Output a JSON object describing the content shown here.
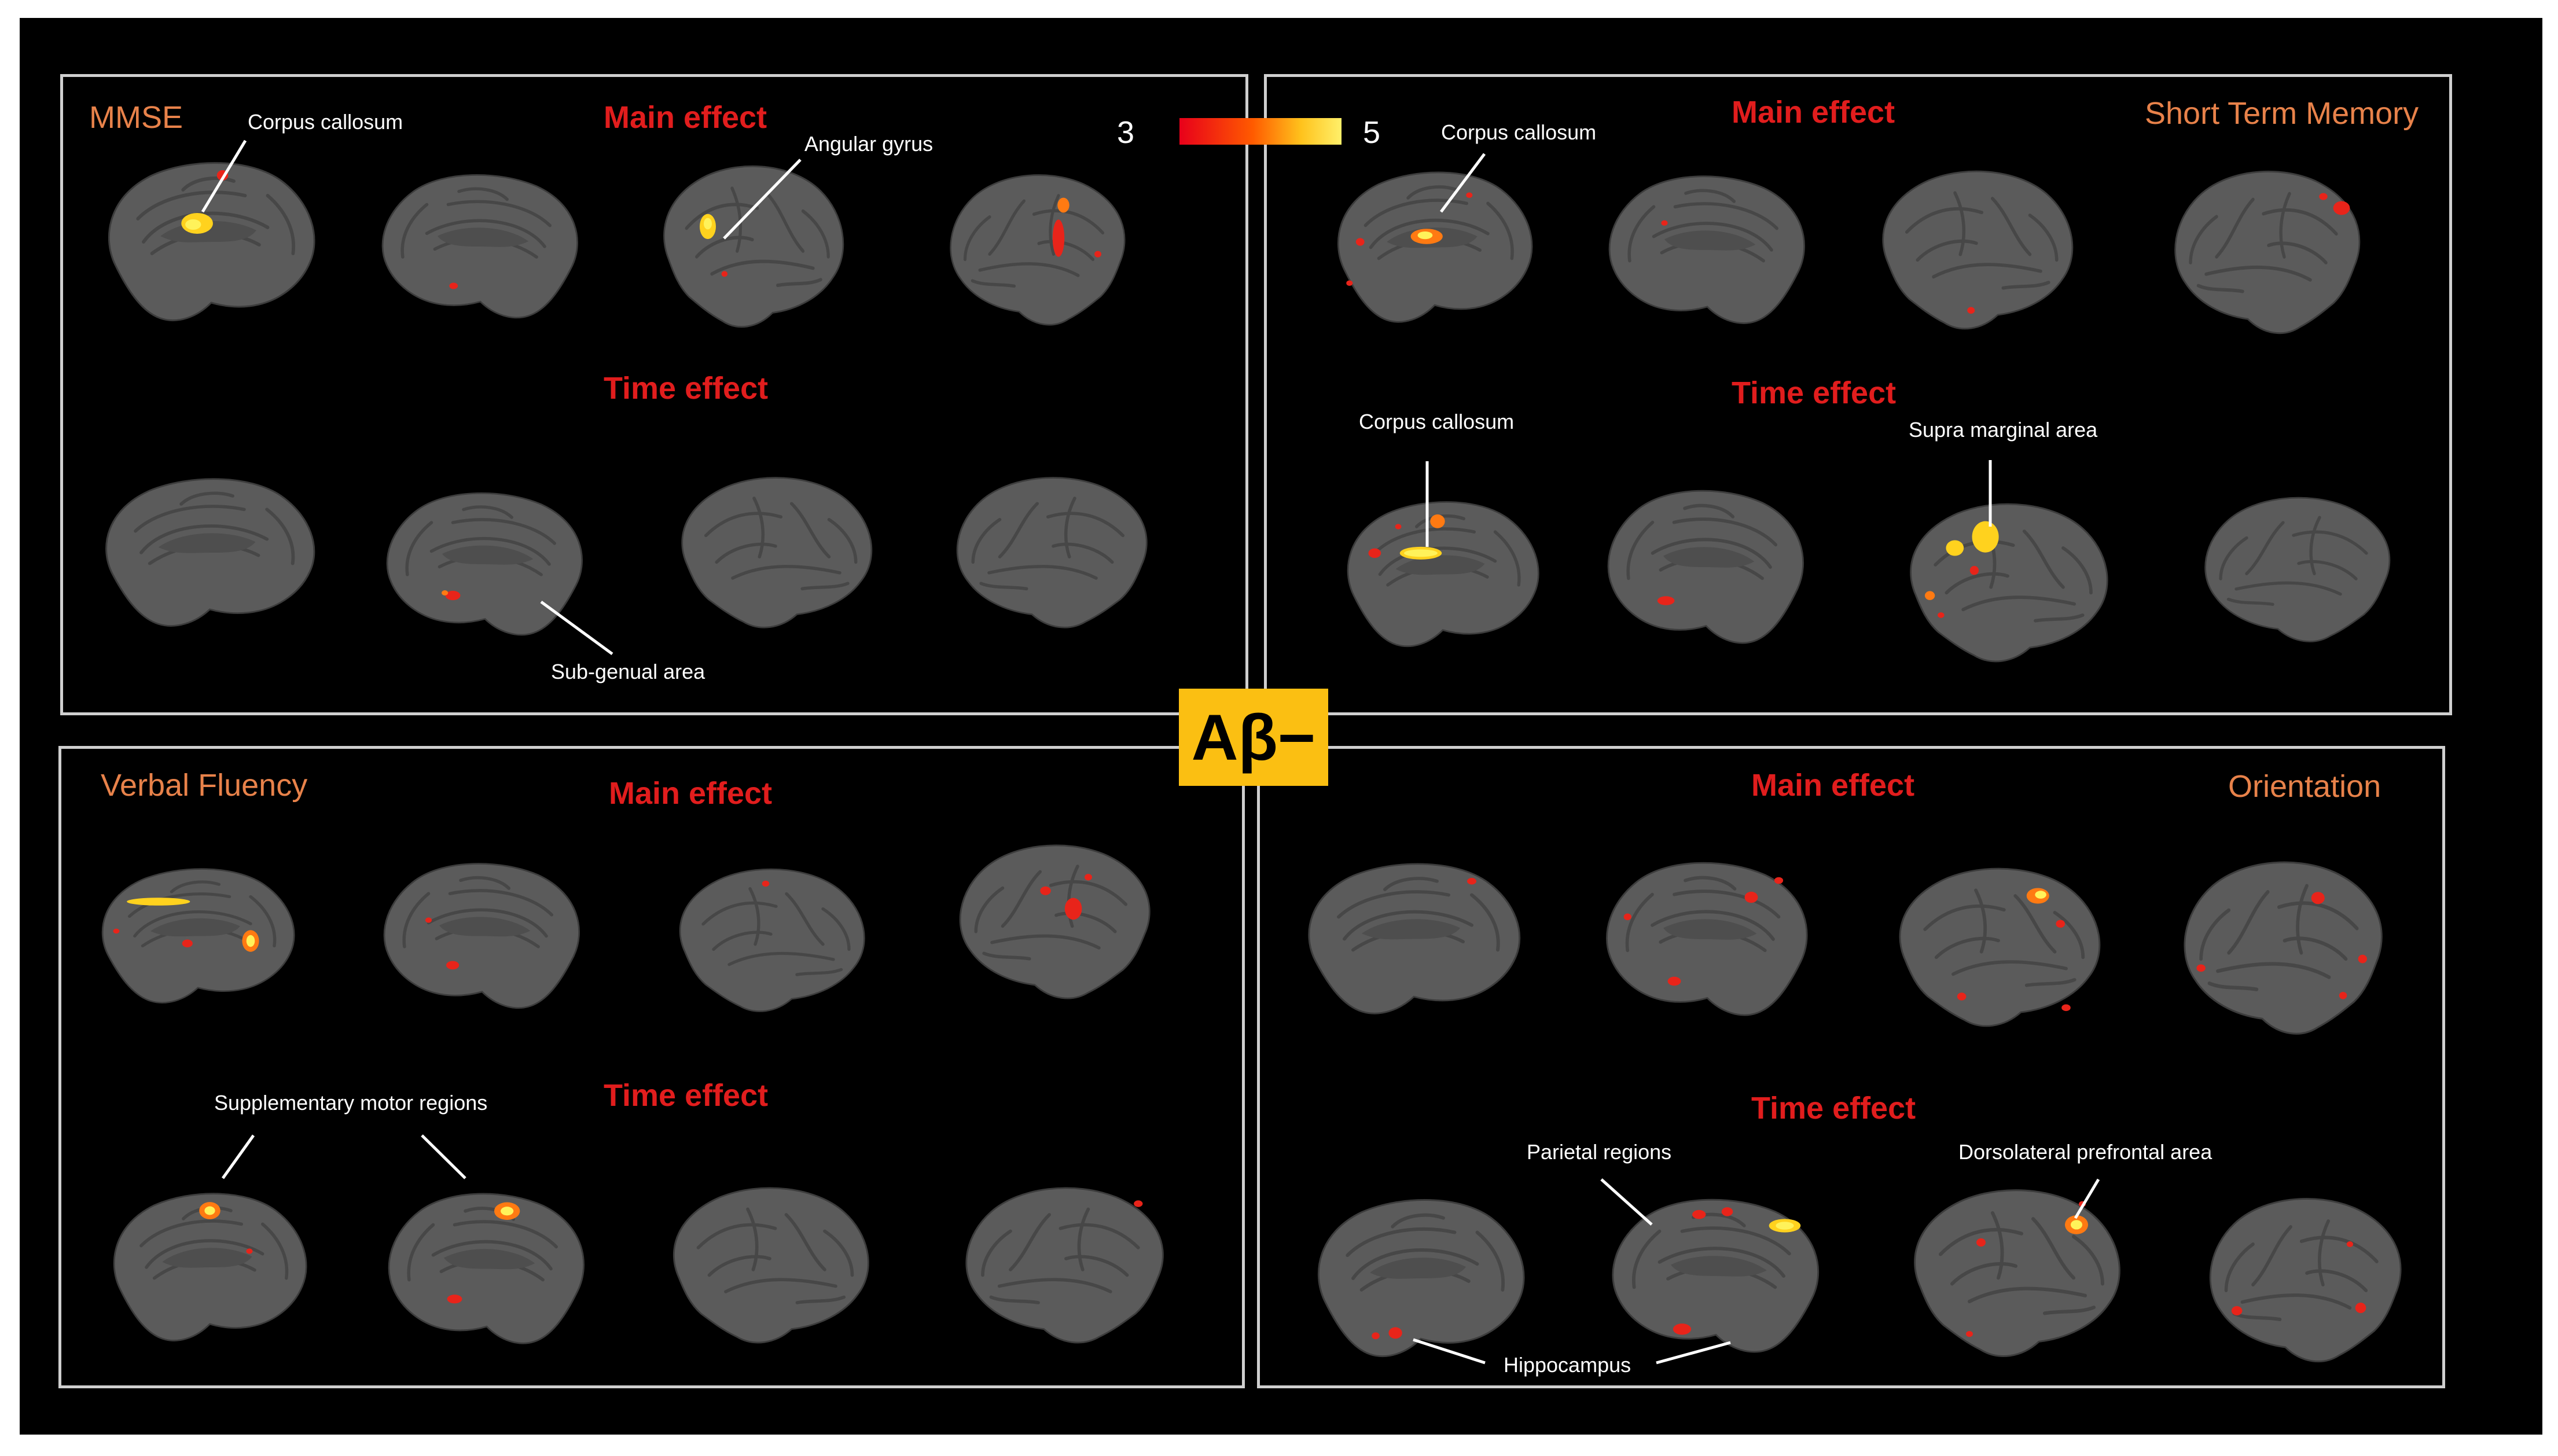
{
  "badge": "Aβ−",
  "colorbar": {
    "min": "3",
    "max": "5",
    "colors": [
      "#e8001a",
      "#ff5a00",
      "#ffc21c",
      "#fff06a"
    ]
  },
  "colors": {
    "background": "#000000",
    "panel_border": "#cfcfcf",
    "panel_title": "#e8824a",
    "effect_label": "#e11d1d",
    "cortex": "#5b5b5b",
    "badge": "#fbbf12"
  },
  "panels": {
    "mmse": {
      "title": "MMSE",
      "main_effect": "Main effect",
      "time_effect": "Time effect",
      "labels": {
        "corpus_callosum": "Corpus callosum",
        "angular_gyrus": "Angular gyrus",
        "sub_genual": "Sub-genual area"
      }
    },
    "stm": {
      "title": "Short Term Memory",
      "main_effect": "Main effect",
      "time_effect": "Time effect",
      "labels": {
        "corpus_callosum_main": "Corpus callosum",
        "corpus_callosum_time": "Corpus callosum",
        "supra_marginal": "Supra marginal area"
      }
    },
    "verbal": {
      "title": "Verbal Fluency",
      "main_effect": "Main effect",
      "time_effect": "Time effect",
      "labels": {
        "supplementary_motor": "Supplementary motor regions"
      }
    },
    "orientation": {
      "title": "Orientation",
      "main_effect": "Main effect",
      "time_effect": "Time effect",
      "labels": {
        "parietal": "Parietal regions",
        "dlpfc": "Dorsolateral prefrontal area",
        "hippocampus": "Hippocampus"
      }
    }
  }
}
